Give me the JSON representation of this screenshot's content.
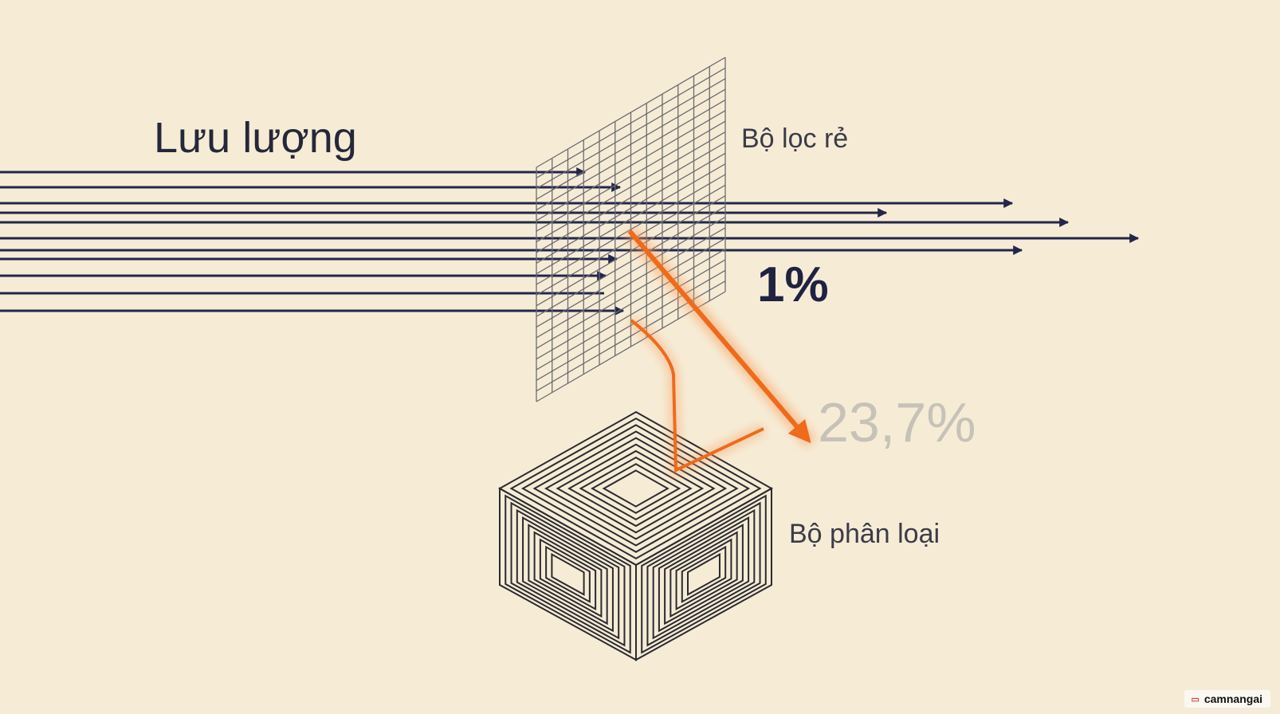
{
  "diagram": {
    "title": "Lưu lượng",
    "filter_label": "Bộ lọc rẻ",
    "classifier_label": "Bộ phân loại",
    "filtered_percent": "1%",
    "second_percent": "23,7%"
  },
  "watermark": {
    "text": "camnangai",
    "icon": "book-icon"
  },
  "colors": {
    "background": "#f6ecd6",
    "arrow": "#23264a",
    "grid": "#6b6b70",
    "highlight": "#f06a1c",
    "faded_text": "#c7c2b8"
  }
}
